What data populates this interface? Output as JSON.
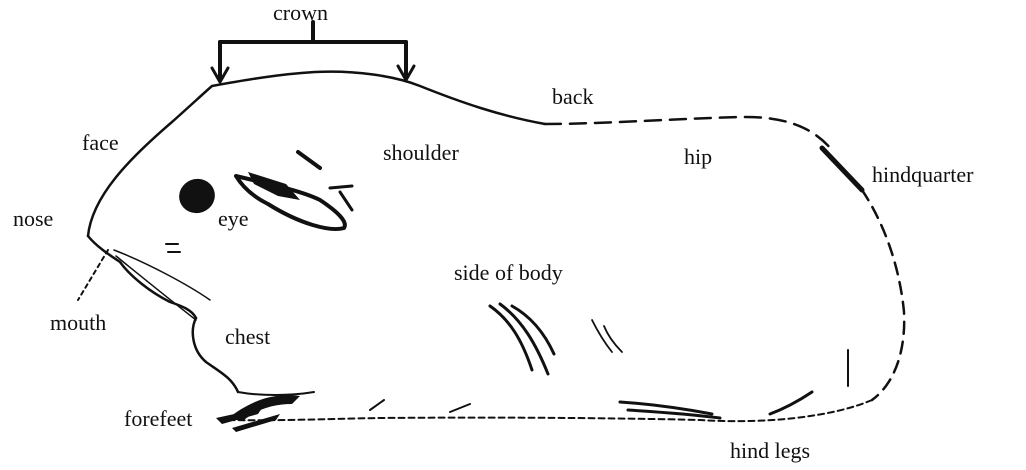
{
  "labels": {
    "crown": "crown",
    "back": "back",
    "face": "face",
    "shoulder": "shoulder",
    "hip": "hip",
    "hindquarter": "hindquarter",
    "nose": "nose",
    "eye": "eye",
    "side_of_body": "side of body",
    "mouth": "mouth",
    "chest": "chest",
    "forefeet": "forefeet",
    "hind_legs": "hind legs"
  },
  "colors": {
    "ink": "#111111",
    "background": "#ffffff"
  }
}
